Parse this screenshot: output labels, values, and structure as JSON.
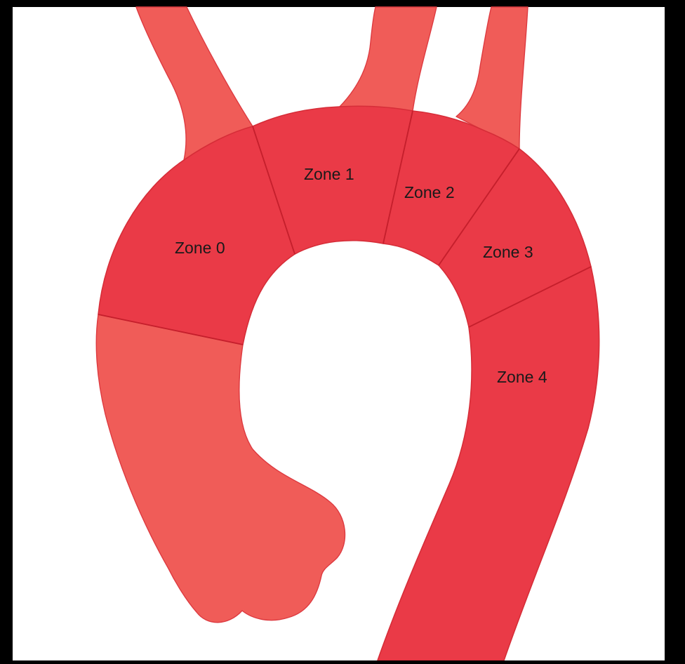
{
  "colors": {
    "background": "#000000",
    "canvas": "#ffffff",
    "zone_fill": "#ea3a47",
    "vessel_fill": "#f05c58",
    "divider": "#c51f2c",
    "label": "#1a1a1a"
  },
  "zones": [
    {
      "id": "zone-0",
      "label": "Zone 0"
    },
    {
      "id": "zone-1",
      "label": "Zone 1"
    },
    {
      "id": "zone-2",
      "label": "Zone 2"
    },
    {
      "id": "zone-3",
      "label": "Zone 3"
    },
    {
      "id": "zone-4",
      "label": "Zone 4"
    }
  ]
}
